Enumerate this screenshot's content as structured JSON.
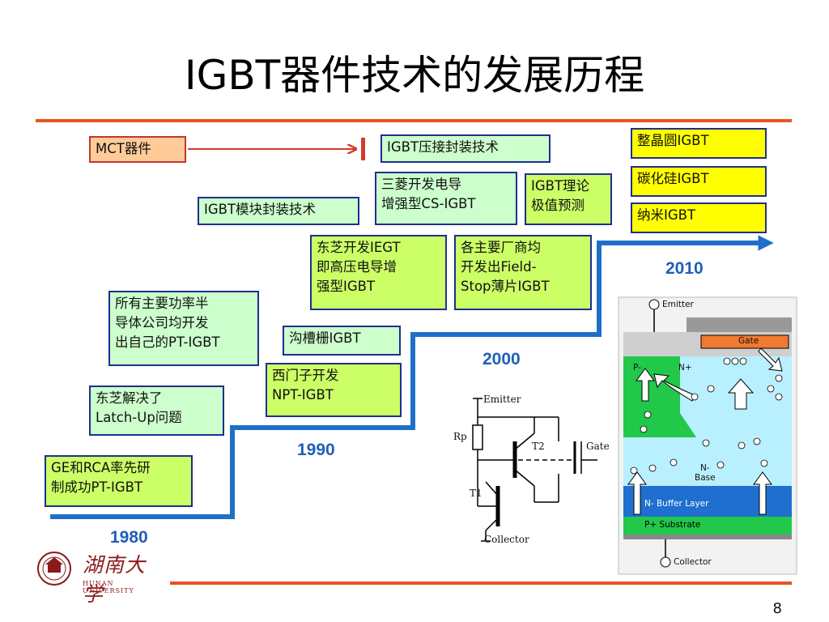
{
  "slide": {
    "title": "IGBT器件技术的发展历程",
    "page_number": "8"
  },
  "years": {
    "y1980": "1980",
    "y1990": "1990",
    "y2000": "2000",
    "y2010": "2010"
  },
  "boxes": {
    "mct": "MCT器件",
    "press_pack": "IGBT压接封装技术",
    "module_pack": "IGBT模块封装技术",
    "mitsubishi": [
      "三菱开发电导",
      "增强型CS-IGBT"
    ],
    "theory": [
      "IGBT理论",
      "极值预测"
    ],
    "toshiba_iegt": [
      "东芝开发IEGT",
      "即高压电导增",
      "强型IGBT"
    ],
    "field_stop": [
      "各主要厂商均",
      "开发出Field-",
      "Stop薄片IGBT"
    ],
    "all_companies": [
      "所有主要功率半",
      "导体公司均开发",
      "出自己的PT-IGBT"
    ],
    "trench": "沟槽栅IGBT",
    "siemens": [
      "西门子开发",
      "NPT-IGBT"
    ],
    "toshiba_latch": [
      "东芝解决了",
      "Latch-Up问题"
    ],
    "ge_rca": [
      "GE和RCA率先研",
      "制成功PT-IGBT"
    ],
    "wafer": "整晶圆IGBT",
    "sic": "碳化硅IGBT",
    "nano": "纳米IGBT"
  },
  "circuit": {
    "emitter": "Emitter",
    "rp": "Rp",
    "t2": "T2",
    "gate": "Gate",
    "t1": "T1",
    "collector": "Collector"
  },
  "cross_section": {
    "emitter": "Emitter",
    "gate": "Gate",
    "p_region": "P-",
    "n_plus": "N+",
    "n_base": [
      "N-",
      "Base"
    ],
    "buffer": "N- Buffer Layer",
    "substrate": "P+ Substrate",
    "collector": "Collector"
  },
  "university": {
    "name": "湖南大学",
    "english": "HUNAN UNIVERSITY"
  },
  "colors": {
    "accent_rule": "#e8531f",
    "arrow_blue": "#1f6fc8",
    "box_green": "#ccffcc",
    "box_lime": "#ccff66",
    "box_yellow": "#ffff00",
    "box_mct": "#ffcc99"
  }
}
